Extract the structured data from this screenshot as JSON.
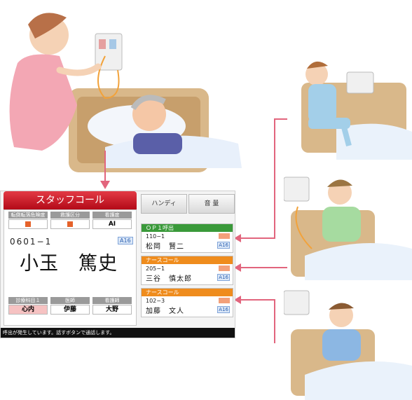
{
  "screen": {
    "title": "スタッフコール",
    "fields_top": [
      {
        "label": "転倒転落危険度",
        "value": ""
      },
      {
        "label": "救護区分",
        "value": ""
      },
      {
        "label": "看護度",
        "value": "AI"
      }
    ],
    "room": "0601−1",
    "patient_name": "小玉　篤史",
    "patient_tag": "A16",
    "fields_bottom": [
      {
        "label": "診療科目１",
        "value": "心内"
      },
      {
        "label": "医師",
        "value": "伊藤"
      },
      {
        "label": "看護師",
        "value": "大野"
      }
    ],
    "tabs": [
      "ハンディ",
      "音 量"
    ],
    "calls": [
      {
        "type": "ＯＰ１呼出",
        "room": "110−1",
        "name": "松岡　賢二",
        "tag": "A16",
        "color": "#3a9a3a"
      },
      {
        "type": "ナースコール",
        "room": "205−1",
        "name": "三谷　慎太郎",
        "tag": "A16",
        "color": "#ef8c1d"
      },
      {
        "type": "ナースコール",
        "room": "102−3",
        "name": "加藤　文人",
        "tag": "A16",
        "color": "#ef8c1d"
      }
    ],
    "status": "呼出が発生しています。話すボタンで通話します。"
  }
}
